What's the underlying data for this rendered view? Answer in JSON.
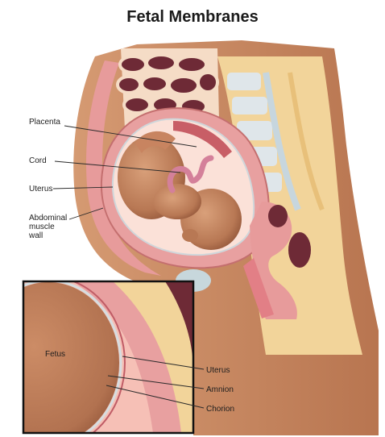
{
  "title": "Fetal Membranes",
  "labels": {
    "placenta": "Placenta",
    "cord": "Cord",
    "uterus": "Uterus",
    "abdominal_line1": "Abdominal",
    "abdominal_line2": "muscle",
    "abdominal_line3": "wall"
  },
  "inset_labels": {
    "fetus": "Fetus",
    "uterus": "Uterus",
    "amnion": "Amnion",
    "chorion": "Chorion"
  },
  "colors": {
    "skin": "#c98a62",
    "uterine_wall": "#e8a0a0",
    "amniotic_fluid": "#fbe1d8",
    "spine_fat": "#f2d49a",
    "vertebra": "#dfe6ea",
    "intestine": "#6e2a36",
    "inset_border": "#111111"
  }
}
